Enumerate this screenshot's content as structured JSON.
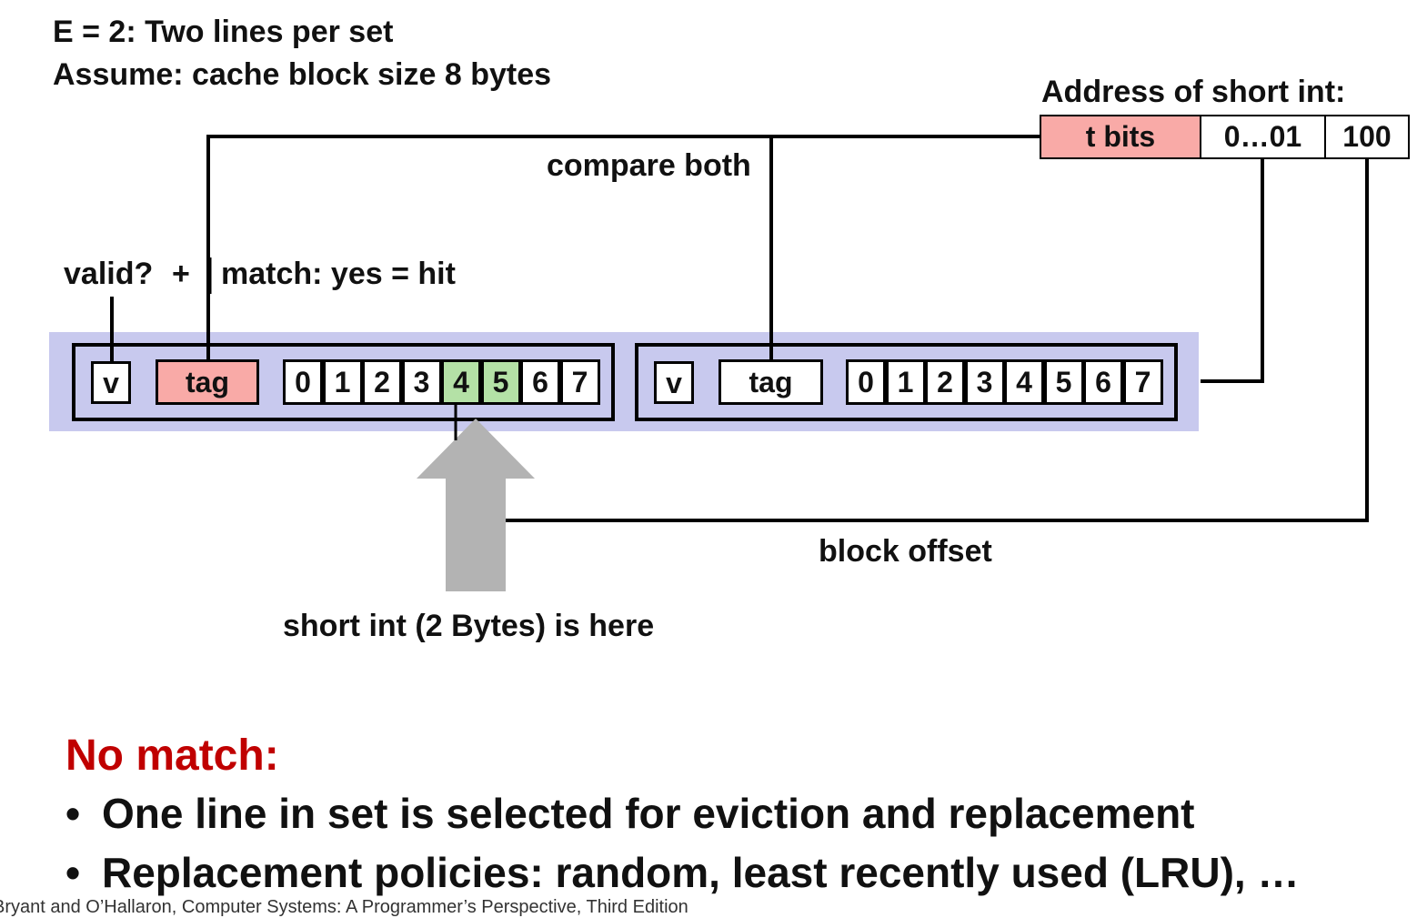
{
  "header": {
    "line1": "E = 2: Two lines per set",
    "line2": "Assume: cache block size 8 bytes"
  },
  "address": {
    "title": "Address of short int:",
    "fields": [
      "t bits",
      "0…01",
      "100"
    ]
  },
  "labels": {
    "compare_both": "compare both",
    "valid": "valid?",
    "plus": "+",
    "match": "match: yes = hit",
    "block_offset": "block offset",
    "short_int_here": "short int (2 Bytes) is here"
  },
  "cache_set": {
    "lines": [
      {
        "valid_label": "v",
        "tag_label": "tag",
        "bytes": [
          "0",
          "1",
          "2",
          "3",
          "4",
          "5",
          "6",
          "7"
        ],
        "tag_highlight": true,
        "highlight_bytes": [
          4,
          5
        ]
      },
      {
        "valid_label": "v",
        "tag_label": "tag",
        "bytes": [
          "0",
          "1",
          "2",
          "3",
          "4",
          "5",
          "6",
          "7"
        ],
        "tag_highlight": false,
        "highlight_bytes": []
      }
    ]
  },
  "no_match": {
    "title": "No match:",
    "bullets": [
      "One line in set is selected for eviction and replacement",
      "Replacement policies: random, least recently used (LRU), …"
    ]
  },
  "footer": {
    "text": "Bryant and O’Hallaron, Computer Systems: A Programmer’s Perspective, Third Edition"
  },
  "colors": {
    "tag_highlight": "#f9aaa7",
    "byte_highlight": "#b4e1a6",
    "set_background": "#c8c9ee",
    "no_match_red": "#c00000",
    "arrow_gray": "#b3b3b3"
  }
}
